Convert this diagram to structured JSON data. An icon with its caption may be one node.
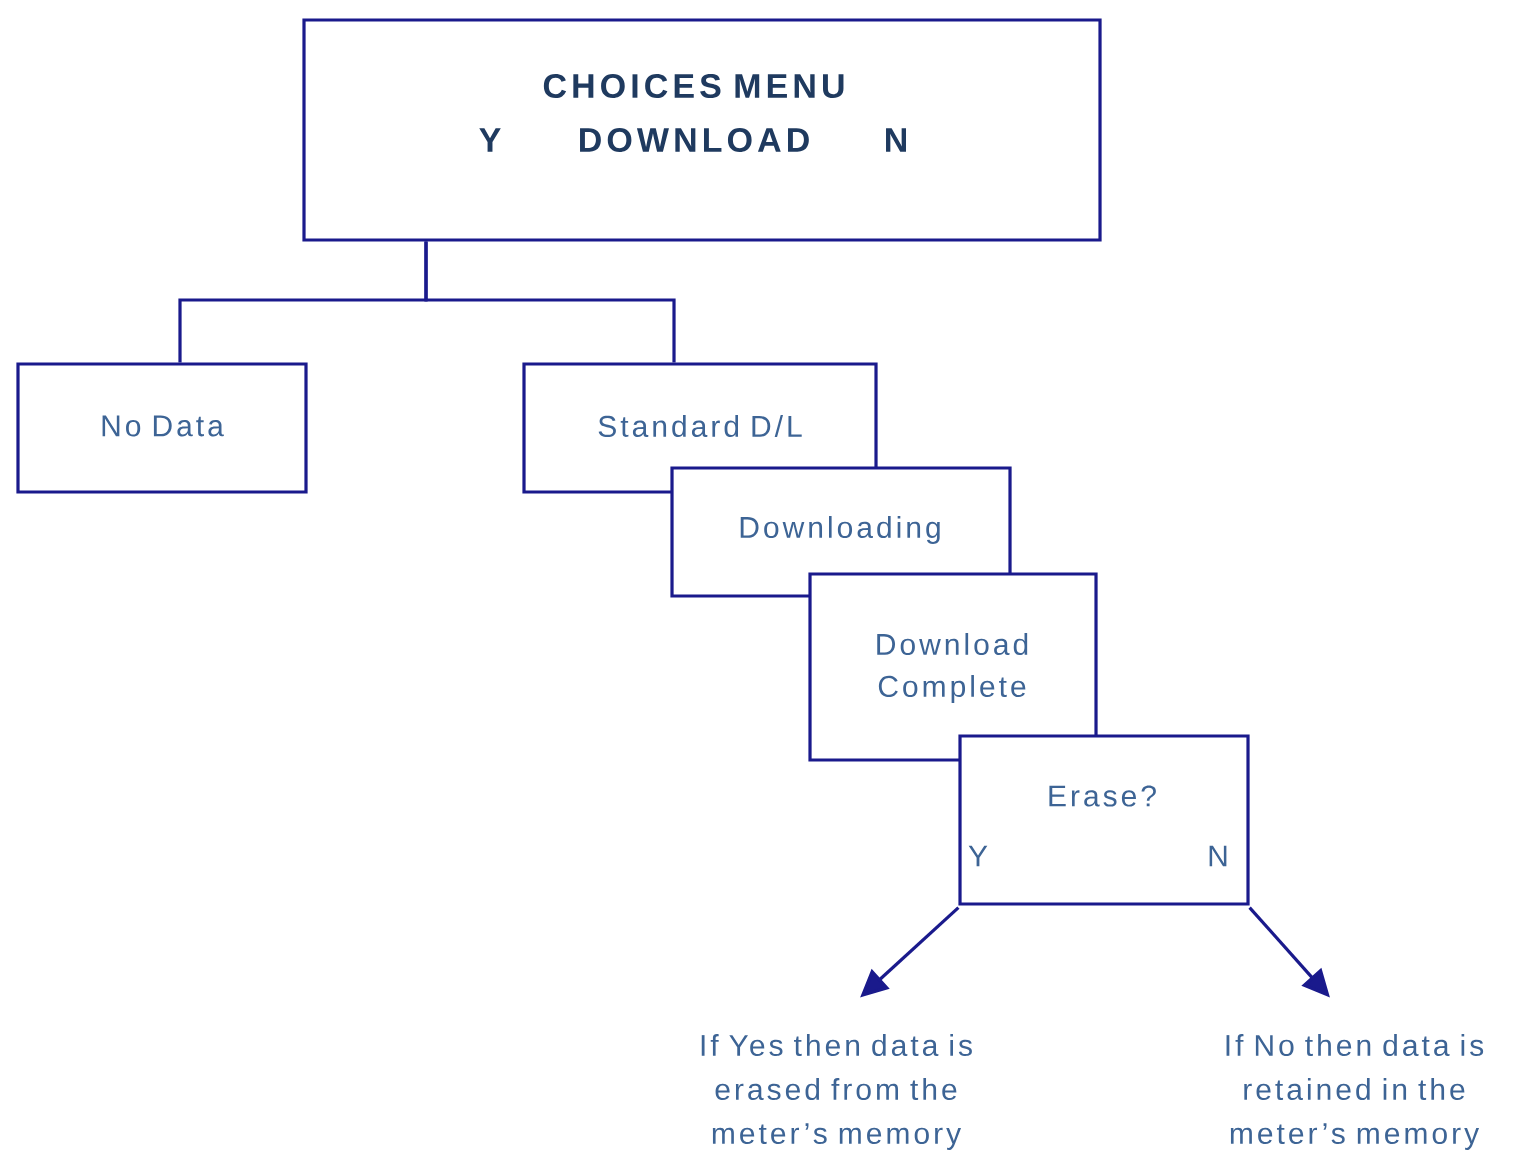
{
  "diagram": {
    "nodes": [
      {
        "text": [
          "CHOICES MENU",
          "Y",
          "DOWNLOAD",
          "N"
        ]
      },
      {
        "text": [
          "No Data"
        ]
      },
      {
        "text": [
          "Standard D/L"
        ]
      },
      {
        "text": [
          "Downloading"
        ]
      },
      {
        "text": [
          "Download Complete"
        ]
      },
      {
        "text": [
          "Erase?",
          "Y",
          "N"
        ]
      },
      {
        "text": [
          "If Yes then data is erased from the meter’s memory"
        ]
      },
      {
        "text": [
          "If No then data is retained in the meter’s memory"
        ]
      }
    ],
    "edges": [
      {
        "from": 0,
        "to": 1,
        "arrow": "none"
      },
      {
        "from": 0,
        "to": 2,
        "arrow": "none"
      },
      {
        "from": 5,
        "to": 6,
        "arrow": "to"
      },
      {
        "from": 5,
        "to": 7,
        "arrow": "to"
      }
    ]
  }
}
